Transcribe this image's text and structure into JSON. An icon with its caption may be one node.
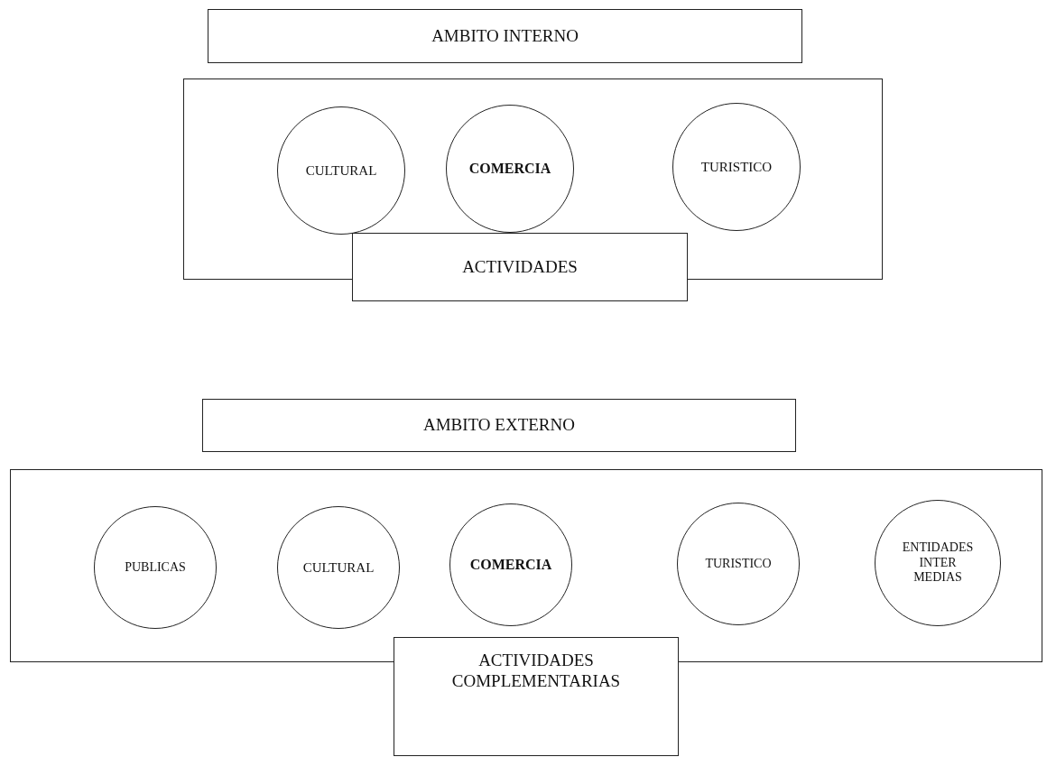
{
  "diagram": {
    "nodes": [
      {
        "text": [
          "AMBITO INTERNO"
        ]
      },
      {
        "text": [],
        "shape": "box"
      },
      {
        "text": [
          "CULTURAL"
        ],
        "in": 1
      },
      {
        "text": [
          "COMERCIA"
        ],
        "in": 1
      },
      {
        "text": [
          "TURISTICO"
        ],
        "in": 1
      },
      {
        "text": [
          "ACTIVIDADES"
        ]
      },
      {
        "text": [
          "AMBITO EXTERNO"
        ]
      },
      {
        "text": [],
        "shape": "box"
      },
      {
        "text": [
          "PUBLICAS"
        ],
        "in": 7
      },
      {
        "text": [
          "CULTURAL"
        ],
        "in": 7
      },
      {
        "text": [
          "COMERCIA"
        ],
        "in": 7
      },
      {
        "text": [
          "TURISTICO"
        ],
        "in": 7
      },
      {
        "text": [
          "ENTIDADES INTER MEDIAS"
        ],
        "in": 7
      },
      {
        "text": [
          "ACTIVIDADES COMPLEMENTARIAS"
        ]
      }
    ]
  }
}
